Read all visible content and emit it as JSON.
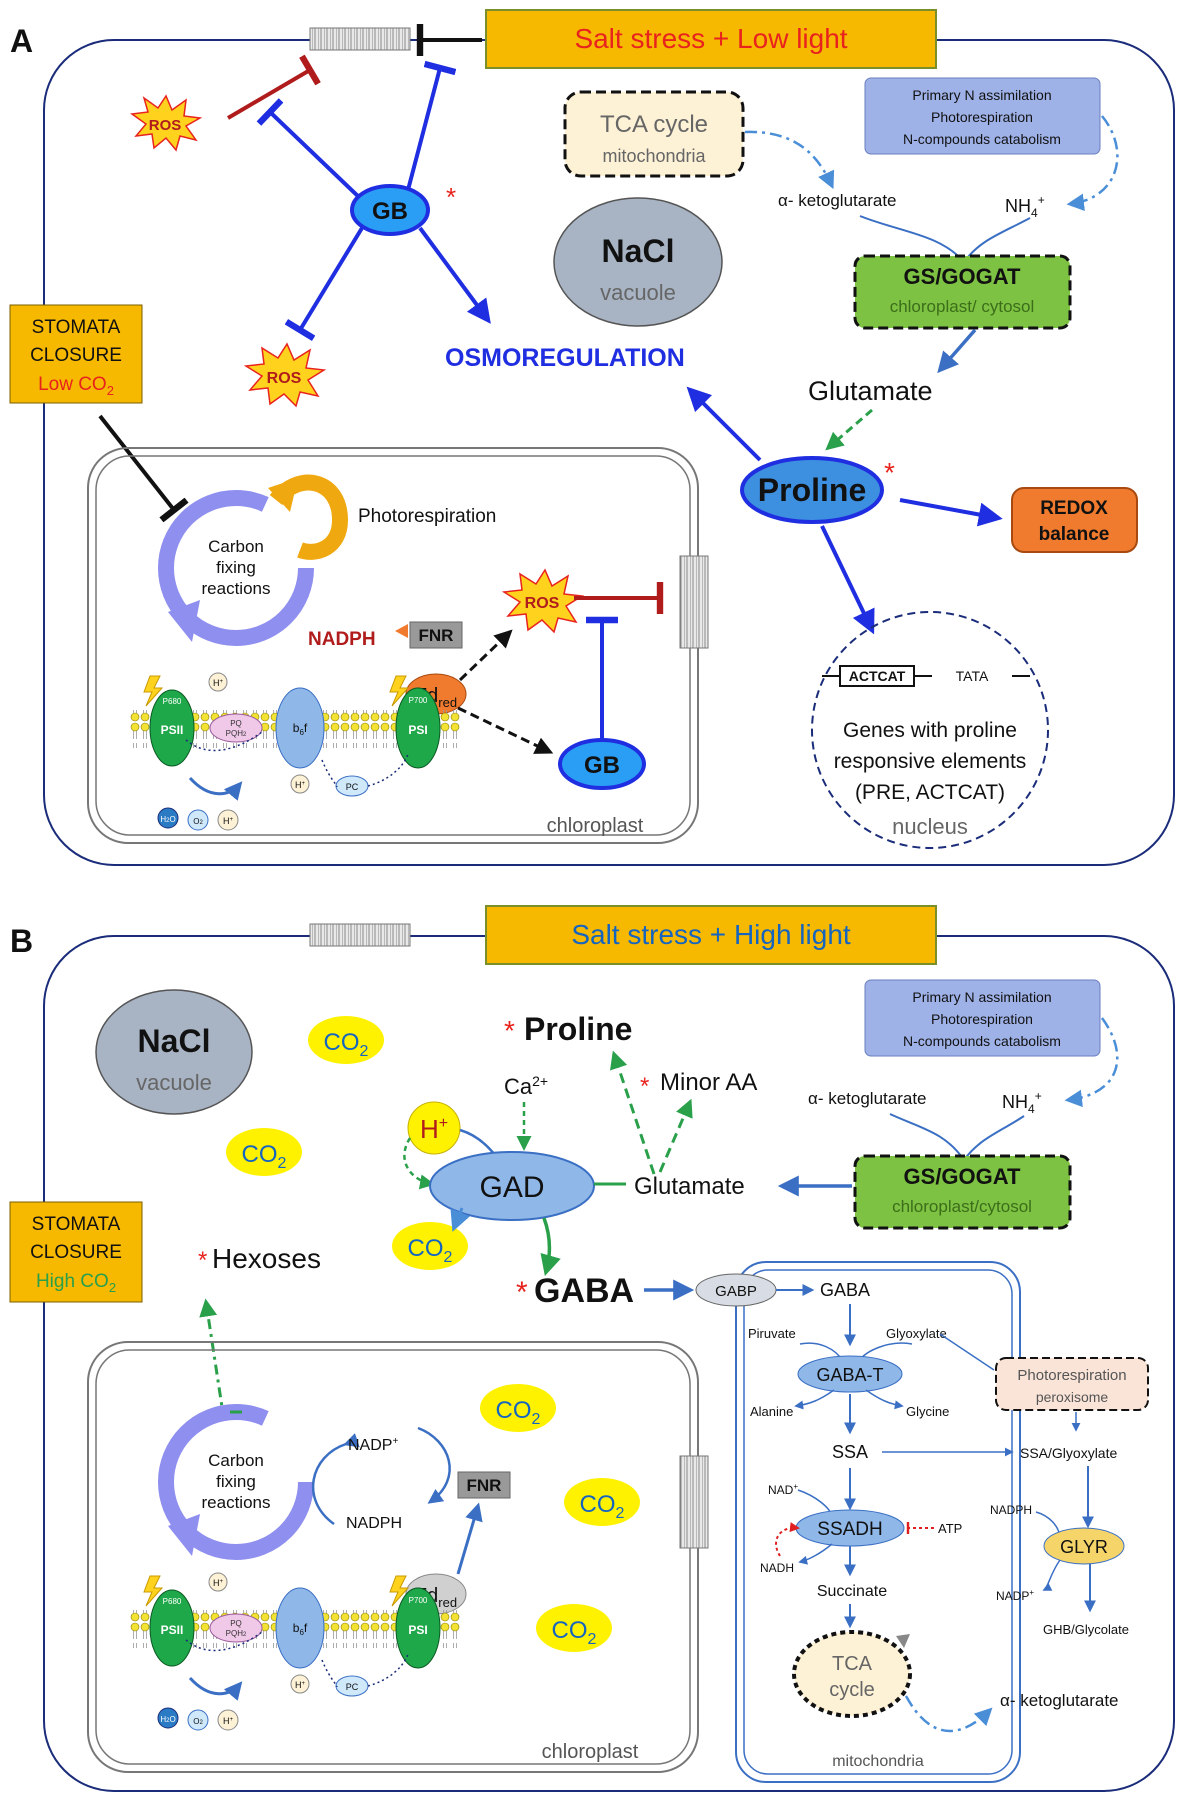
{
  "panel_a": {
    "letter": "A",
    "banner": "Salt stress + Low light",
    "ros": "ROS",
    "gb": "GB",
    "star": "*",
    "osmoregulation": "OSMOREGULATION",
    "nacl": "NaCl",
    "vacuole": "vacuole",
    "tca_cycle": "TCA cycle",
    "mitochondria": "mitochondria",
    "n_sources": [
      "Primary N assimilation",
      "Photorespiration",
      "N-compounds catabolism"
    ],
    "alpha_kg": "α- ketoglutarate",
    "nh4": "NH",
    "nh4_sub": "4",
    "nh4_sup": "+",
    "gs_gogat": "GS/GOGAT",
    "gs_gogat_loc": "chloroplast/ cytosol",
    "glutamate": "Glutamate",
    "proline": "Proline",
    "redox": [
      "REDOX",
      "balance"
    ],
    "stomata": [
      "STOMATA",
      "CLOSURE"
    ],
    "stomata_co2": "Low CO",
    "stomata_co2_sub": "2",
    "photorespiration": "Photorespiration",
    "carbon_fixing": [
      "Carbon",
      "fixing",
      "reactions"
    ],
    "nadph": "NADPH",
    "fnr": "FNR",
    "fd": "Fd",
    "fd_sub": "red",
    "chloroplast": "chloroplast",
    "promoter_box": "ACTCAT",
    "promoter_tata": "TATA",
    "genes": [
      "Genes with proline",
      "responsive elements",
      "(PRE, ACTCAT)"
    ],
    "nucleus": "nucleus"
  },
  "panel_b": {
    "letter": "B",
    "banner": "Salt stress + High light",
    "nacl": "NaCl",
    "vacuole": "vacuole",
    "co2": "CO",
    "co2_sub": "2",
    "proline": "Proline",
    "minor_aa": "Minor AA",
    "star": "*",
    "ca": "Ca",
    "ca_sup": "2+",
    "h_plus": "H",
    "h_plus_sup": "+",
    "gad": "GAD",
    "glutamate": "Glutamate",
    "gs_gogat": "GS/GOGAT",
    "gs_gogat_loc": "chloroplast/cytosol",
    "n_sources": [
      "Primary N assimilation",
      "Photorespiration",
      "N-compounds catabolism"
    ],
    "alpha_kg": "α- ketoglutarate",
    "nh4": "NH",
    "nh4_sub": "4",
    "nh4_sup": "+",
    "stomata": [
      "STOMATA",
      "CLOSURE"
    ],
    "stomata_co2": "High CO",
    "stomata_co2_sub": "2",
    "hexoses": "Hexoses",
    "gaba_big": "GABA",
    "gabp": "GABP",
    "gaba": "GABA",
    "pyruvate": "Piruvate",
    "glyoxylate": "Glyoxylate",
    "gaba_t": "GABA-T",
    "alanine": "Alanine",
    "glycine": "Glycine",
    "photoresp_box": "Photorespiration",
    "peroxisome": "peroxisome",
    "ssa": "SSA",
    "ssa_glyox": "SSA/Glyoxylate",
    "nad": "NAD",
    "nad_sup": "+",
    "ssadh": "SSADH",
    "atp": "ATP",
    "nadh": "NADH",
    "succinate": "Succinate",
    "nadph_g": "NADPH",
    "glyr": "GLYR",
    "nadp_g": "NADP",
    "nadp_g_sup": "+",
    "ghb": "GHB/Glycolate",
    "tca": [
      "TCA",
      "cycle"
    ],
    "alpha_kg2": "α- ketoglutarate",
    "mitochondria": "mitochondria",
    "carbon_fixing": [
      "Carbon",
      "fixing",
      "reactions"
    ],
    "nadp_plus": "NADP",
    "nadp_plus_sup": "+",
    "nadph": "NADPH",
    "fnr": "FNR",
    "fd": "Fd",
    "fd_sub": "red",
    "chloroplast": "chloroplast"
  },
  "membrane": {
    "psii": "PSII",
    "p680": "P680",
    "psi": "PSI",
    "p700": "P700",
    "b6f": "b",
    "b6f_sub": "6",
    "b6f_end": "f",
    "pq": "PQ",
    "pqh2": "PQH",
    "pqh2_sub": "2",
    "pc": "PC",
    "h": "H",
    "h_sup": "+",
    "h2o": "H",
    "h2o_sub": "2",
    "h2o_end": "O",
    "o2": "O",
    "o2_sub": "2"
  },
  "colors": {
    "banner_fill": "#f7b800",
    "banner_text_a": "#e8231e",
    "banner_text_b": "#1565c0",
    "blue_arrow": "#1f2ee0",
    "blue_text": "#1f2ee0",
    "dark_red": "#b01c1c",
    "green_dash": "#2aa04a",
    "gs_fill": "#7dc242",
    "proline_fill": "#3d8fe0",
    "gb_fill": "#2a9df4",
    "redox_fill": "#f07b2e",
    "lav_blue": "#8f8ff0",
    "gray_fill": "#a8b4c4",
    "yellow_fill": "#fff200",
    "n_box_fill": "#9fb2e8",
    "tca_fill": "#fdf1d6",
    "ros_fill": "#ffd21e",
    "cell_border": "#1a2c7a"
  }
}
